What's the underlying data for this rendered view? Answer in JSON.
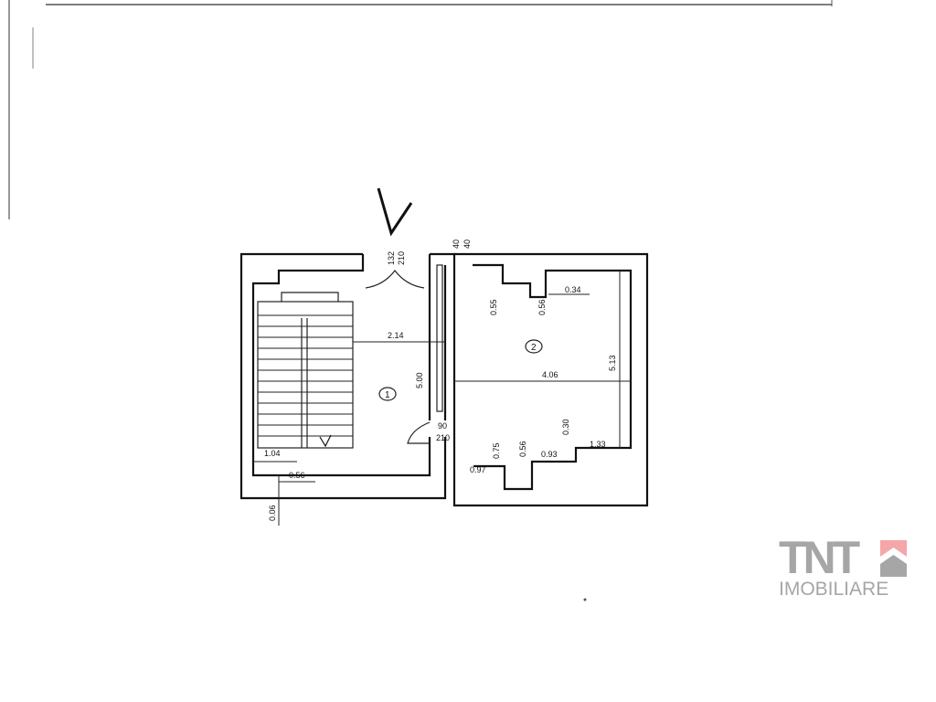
{
  "plan": {
    "rooms": [
      "1",
      "2"
    ],
    "dimensions": {
      "stair_width": "2.14",
      "hall_length": "5.00",
      "room_width": "4.06",
      "room_length": "5.13",
      "niche_a": "0.55",
      "niche_b": "0.56",
      "niche_c": "0.34",
      "step_a": "0.30",
      "step_b": "1.33",
      "step_c": "0.56",
      "step_d": "0.93",
      "step_e": "0.75",
      "step_f": "0.97",
      "landing_a": "1.04",
      "landing_b": "0.56",
      "wall_offset": "0.06",
      "door_inner_w": "90",
      "door_inner_h": "210",
      "door_main_w": "132",
      "door_main_h": "210",
      "vent_a": "40",
      "vent_b": "40"
    }
  },
  "watermark": {
    "brand": "TNT",
    "sub": "IMOBILIARE",
    "accent": "#f4a6a8",
    "gray": "#a6a6a6"
  }
}
